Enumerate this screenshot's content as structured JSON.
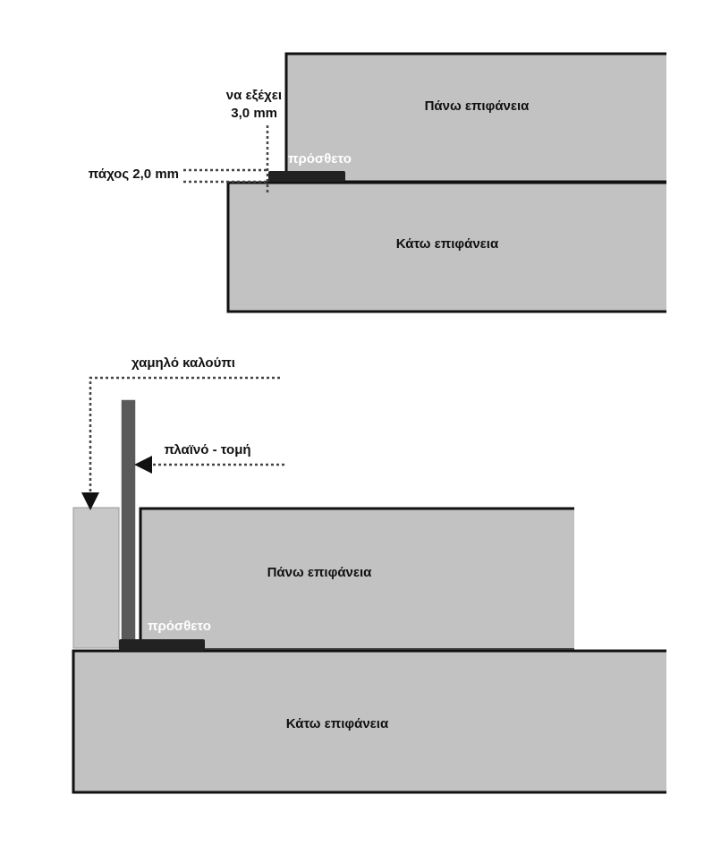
{
  "top_diagram": {
    "upper_surface": "Πάνω επιφάνεια",
    "lower_surface": "Κάτω επιφάνεια",
    "insert": "πρόσθετο",
    "protrude_line1": "να εξέχει",
    "protrude_line2": "3,0 mm",
    "thickness": "πάχος 2,0 mm"
  },
  "bottom_diagram": {
    "low_mold": "χαμηλό καλούπι",
    "side_section": "πλαϊνό - τομή",
    "upper_surface": "Πάνω επιφάνεια",
    "insert": "πρόσθετο",
    "lower_surface": "Κάτω επιφάνεια"
  },
  "colors": {
    "surface": "#c2c2c2",
    "mold": "#c8c8c8",
    "post": "#5a5a5a",
    "insert": "#222222"
  }
}
